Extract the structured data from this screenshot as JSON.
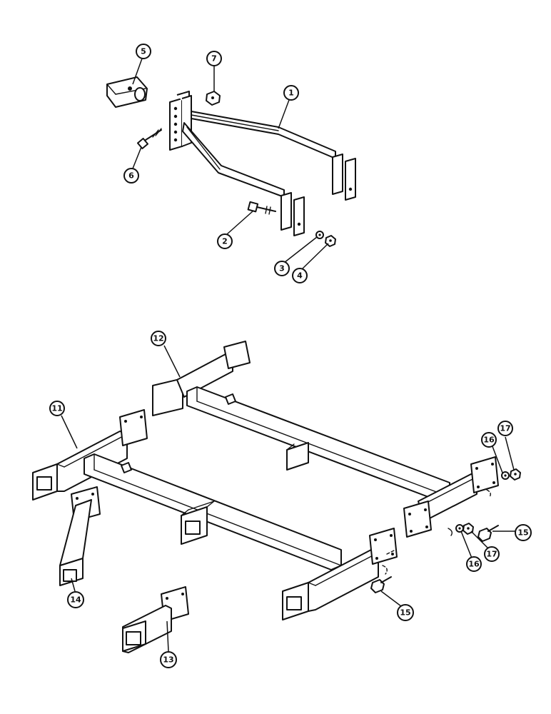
{
  "callouts": {
    "c1": "1",
    "c2": "2",
    "c3": "3",
    "c4": "4",
    "c5": "5",
    "c6": "6",
    "c7": "7",
    "c11": "11",
    "c12": "12",
    "c13": "13",
    "c14": "14",
    "c15a": "15",
    "c15b": "15",
    "c16a": "16",
    "c16b": "16",
    "c17a": "17",
    "c17b": "17"
  }
}
